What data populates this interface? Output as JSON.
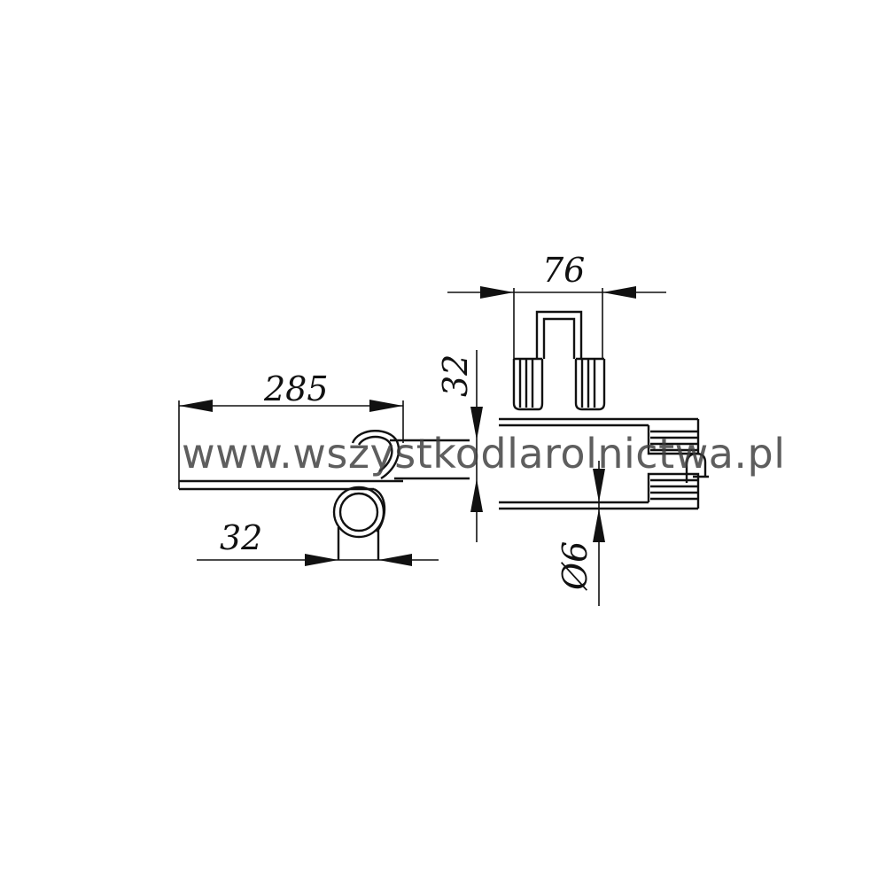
{
  "dimensions": {
    "length_285": "285",
    "width_76": "76",
    "height_32_vertical": "32",
    "coil_32_horizontal": "32",
    "wire_diameter": "Ø6"
  },
  "watermark": {
    "text": "www.wszystkodlarolnictwa.pl"
  },
  "colors": {
    "line": "#111111",
    "background": "#ffffff",
    "watermark": "#3a3a3a"
  }
}
